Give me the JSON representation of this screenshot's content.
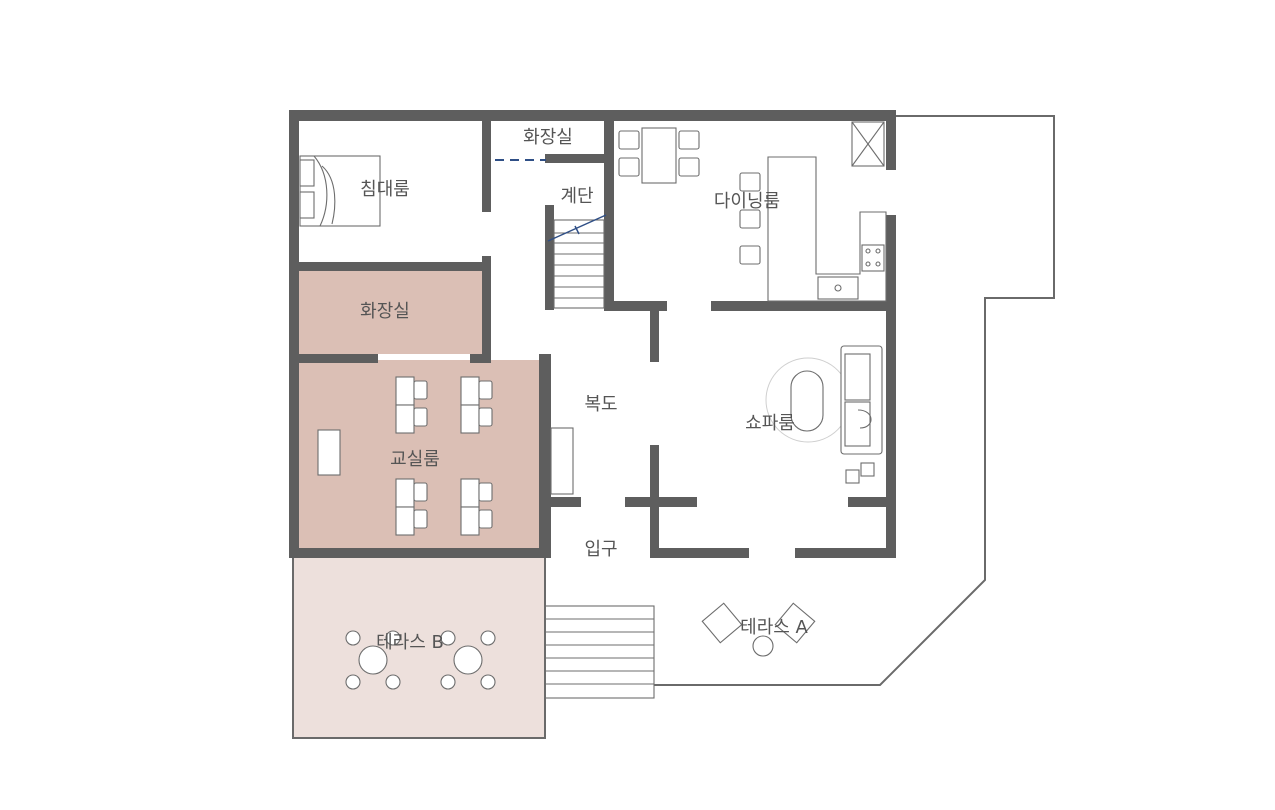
{
  "colors": {
    "wall": "#5e5e5e",
    "highlight_room": "#dbbfb5",
    "terrace_b": "#ede0dc",
    "label_text": "#555555",
    "accent_line": "#2f4f86"
  },
  "rooms": {
    "bedroom": "침대룸",
    "restroom_top": "화장실",
    "stairs": "계단",
    "dining": "다이닝룸",
    "restroom_left": "화장실",
    "corridor": "복도",
    "sofa_room": "쇼파룸",
    "classroom": "교실룸",
    "entrance": "입구",
    "terrace_a": "테라스 A",
    "terrace_b": "테라스 B"
  }
}
